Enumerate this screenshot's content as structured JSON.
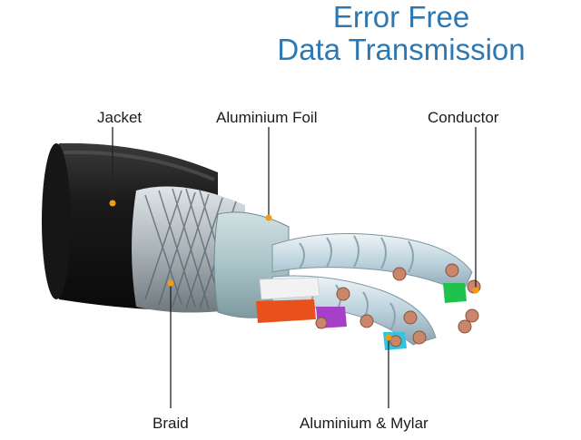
{
  "title": {
    "line1": "Error Free",
    "line2": "Data Transmission"
  },
  "callouts": {
    "jacket": "Jacket",
    "aluminium_foil": "Aluminium Foil",
    "conductor": "Conductor",
    "braid": "Braid",
    "aluminium_mylar": "Aluminium & Mylar"
  },
  "colors": {
    "title": "#2e78b2",
    "leader_line": "#222222",
    "marker": "#f39c12",
    "jacket": "#1a1a1a",
    "foil": "#a9c4c8",
    "braid": "#b7c0c6",
    "copper": "#c8866a",
    "pair_green": "#1fc24d",
    "pair_orange": "#e8501c",
    "pair_purple": "#a640c9",
    "pair_cyan": "#32c4e0"
  }
}
